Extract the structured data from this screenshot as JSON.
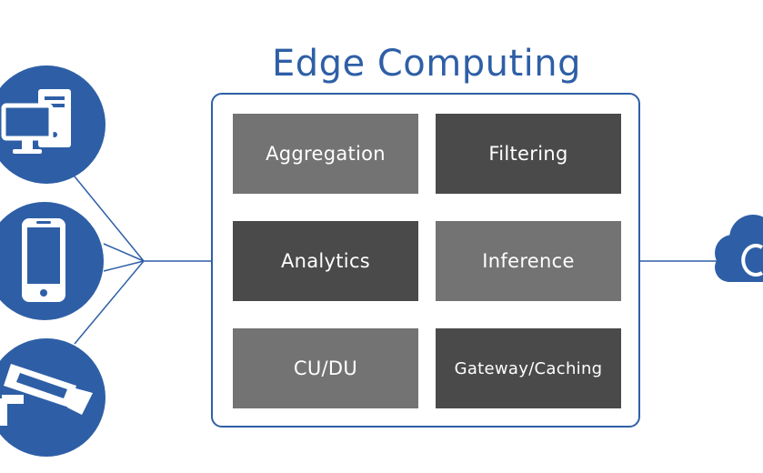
{
  "title": "Edge Computing",
  "functions": [
    {
      "label": "Aggregation",
      "shade": "light"
    },
    {
      "label": "Filtering",
      "shade": "dark"
    },
    {
      "label": "Analytics",
      "shade": "dark"
    },
    {
      "label": "Inference",
      "shade": "light"
    },
    {
      "label": "CU/DU",
      "shade": "light"
    },
    {
      "label": "Gateway/Caching",
      "shade": "dark"
    }
  ],
  "devices": [
    {
      "name": "desktop-computer",
      "icon": "desktop-computer-icon"
    },
    {
      "name": "smartphone",
      "icon": "smartphone-icon"
    },
    {
      "name": "security-camera",
      "icon": "security-camera-icon"
    }
  ],
  "cloud": {
    "icon": "cloud-icon"
  },
  "colors": {
    "accent_blue": "#2e5fa6",
    "tile_light": "#737373",
    "tile_dark": "#4a4a4a"
  }
}
